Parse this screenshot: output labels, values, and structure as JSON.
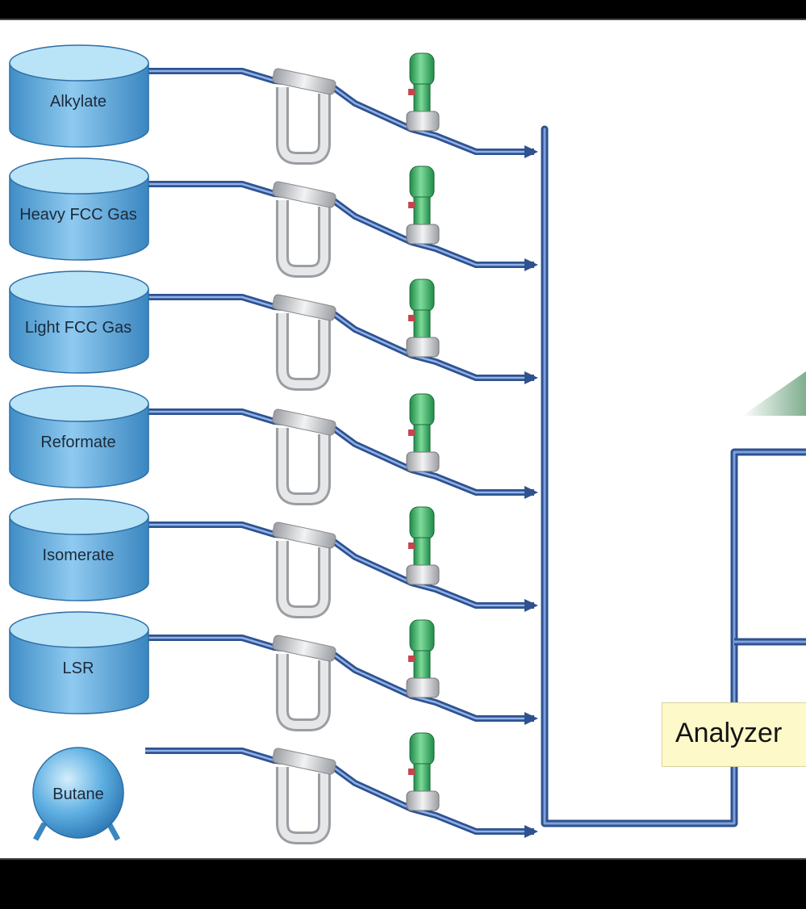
{
  "diagram": {
    "tanks": [
      {
        "label": "Alkylate",
        "kind": "tank"
      },
      {
        "label": "Heavy FCC Gas",
        "kind": "tank"
      },
      {
        "label": "Light FCC Gas",
        "kind": "tank"
      },
      {
        "label": "Reformate",
        "kind": "tank"
      },
      {
        "label": "Isomerate",
        "kind": "tank"
      },
      {
        "label": "LSR",
        "kind": "tank"
      },
      {
        "label": "Butane",
        "kind": "sphere"
      }
    ],
    "analyzer_label": "Analyzer",
    "colors": {
      "pipe": "#3a5faa",
      "pipe_highlight": "#8fb2ec",
      "tank_top": "#a9dcf3",
      "tank_body": "#4d9ed4",
      "meter": "#c9cbcf",
      "valve_green": "#3fb96a",
      "analyzer_bg": "#fdf9c9"
    },
    "icons": [
      "coriolis-flow-meter-icon",
      "control-valve-icon",
      "flow-arrow-icon"
    ]
  }
}
